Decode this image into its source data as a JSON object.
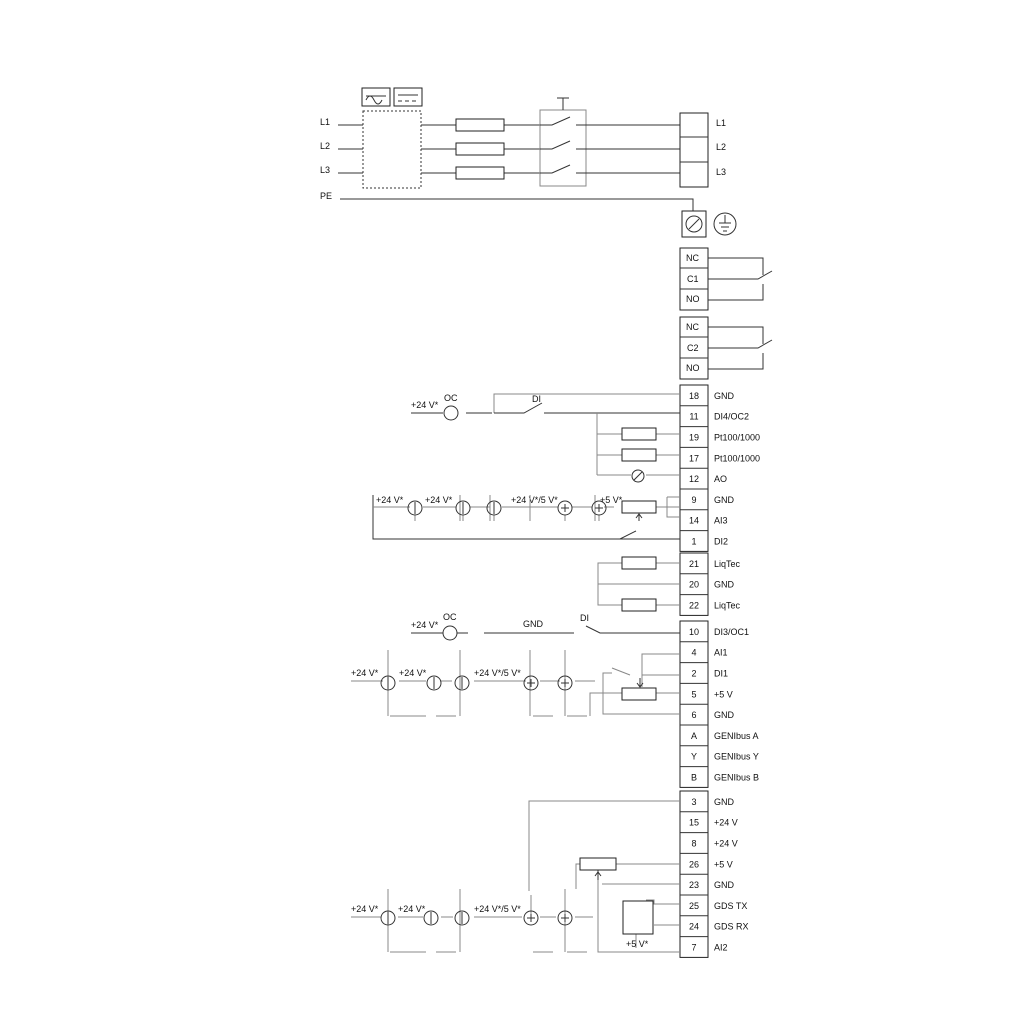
{
  "mains": {
    "inputs": [
      "L1",
      "L2",
      "L3",
      "PE"
    ],
    "outputs": [
      "L1",
      "L2",
      "L3"
    ]
  },
  "relays": [
    {
      "terms": [
        "NC",
        "C1",
        "NO"
      ]
    },
    {
      "terms": [
        "NC",
        "C2",
        "NO"
      ]
    }
  ],
  "blocks": [
    {
      "rows": [
        {
          "num": "18",
          "label": "GND"
        },
        {
          "num": "11",
          "label": "DI4/OC2"
        },
        {
          "num": "19",
          "label": "Pt100/1000"
        },
        {
          "num": "17",
          "label": "Pt100/1000"
        },
        {
          "num": "12",
          "label": "AO"
        },
        {
          "num": "9",
          "label": "GND"
        },
        {
          "num": "14",
          "label": "AI3"
        },
        {
          "num": "1",
          "label": "DI2"
        }
      ]
    },
    {
      "rows": [
        {
          "num": "21",
          "label": "LiqTec"
        },
        {
          "num": "20",
          "label": "GND"
        },
        {
          "num": "22",
          "label": "LiqTec"
        }
      ]
    },
    {
      "rows": [
        {
          "num": "10",
          "label": "DI3/OC1"
        },
        {
          "num": "4",
          "label": "AI1"
        },
        {
          "num": "2",
          "label": "DI1"
        },
        {
          "num": "5",
          "label": "+5 V"
        },
        {
          "num": "6",
          "label": "GND"
        },
        {
          "num": "A",
          "label": "GENIbus A"
        },
        {
          "num": "Y",
          "label": "GENIbus Y"
        },
        {
          "num": "B",
          "label": "GENIbus B"
        }
      ]
    },
    {
      "rows": [
        {
          "num": "3",
          "label": "GND"
        },
        {
          "num": "15",
          "label": "+24 V"
        },
        {
          "num": "8",
          "label": "+24 V"
        },
        {
          "num": "26",
          "label": "+5 V"
        },
        {
          "num": "23",
          "label": "GND"
        },
        {
          "num": "25",
          "label": "GDS TX"
        },
        {
          "num": "24",
          "label": "GDS RX"
        },
        {
          "num": "7",
          "label": "AI2"
        }
      ]
    }
  ],
  "annotations": {
    "v24": "+24 V*",
    "v24_5": "+24 V*/5 V*",
    "v5": "+5 V*",
    "oc": "OC",
    "di": "DI",
    "gnd": "GND"
  }
}
